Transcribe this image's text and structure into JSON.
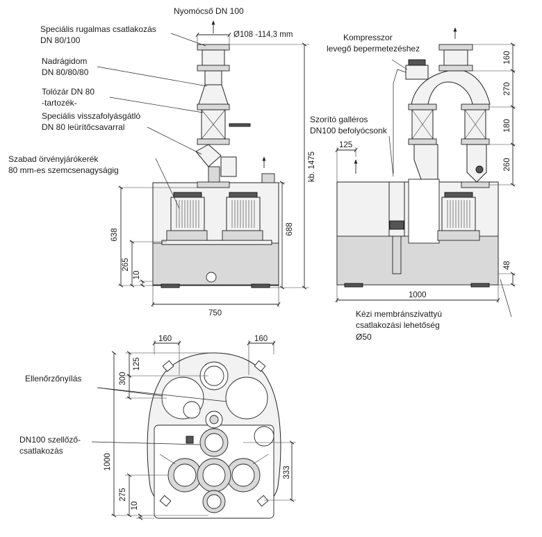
{
  "labels": {
    "pressure_pipe": "Nyomócső DN 100",
    "flexible_coupling": "Speciális rugalmas csatlakozás",
    "flexible_coupling_size": "DN 80/100",
    "trouser_piece": "Nadrágidom",
    "trouser_piece_size": "DN 80/80/80",
    "gate_valve": "Tolózár DN 80",
    "gate_valve_accessory": "-tartozék-",
    "check_valve": "Speciális visszafolyásgátló",
    "check_valve_detail": "DN 80 leürítőcsavarral",
    "vortex_impeller": "Szabad örvényjárókerék",
    "vortex_impeller_detail": "80 mm-es szemcsenagyságig",
    "compressor": "Kompresszor",
    "compressor_detail": "levegő bepermetezéshez",
    "clamp_collar": "Szorító galléros",
    "clamp_collar_detail": "DN100 befolyócsonk",
    "manual_pump": "Kézi membránszivattyú",
    "manual_pump_detail": "csatlakozási lehetőség",
    "manual_pump_size": "Ø50",
    "inspection_opening": "Ellenőrzőnyílás",
    "vent_connection": "DN100 szellőző-",
    "vent_connection_detail": "csatlakozás"
  },
  "dimensions": {
    "pipe_diameter": "Ø108 -114,3 mm",
    "total_height": "kb. 1475",
    "front_width": "750",
    "front_h_638": "638",
    "front_h_688": "688",
    "front_h_265": "265",
    "front_h_10": "10",
    "side_width": "1000",
    "side_125": "125",
    "side_48": "48",
    "side_160": "160",
    "side_270": "270",
    "side_180": "180",
    "side_260": "260",
    "top_160_left": "160",
    "top_160_right": "160",
    "top_125": "125",
    "top_300": "300",
    "top_1000": "1000",
    "top_333": "333",
    "top_275": "275",
    "top_10": "10"
  }
}
